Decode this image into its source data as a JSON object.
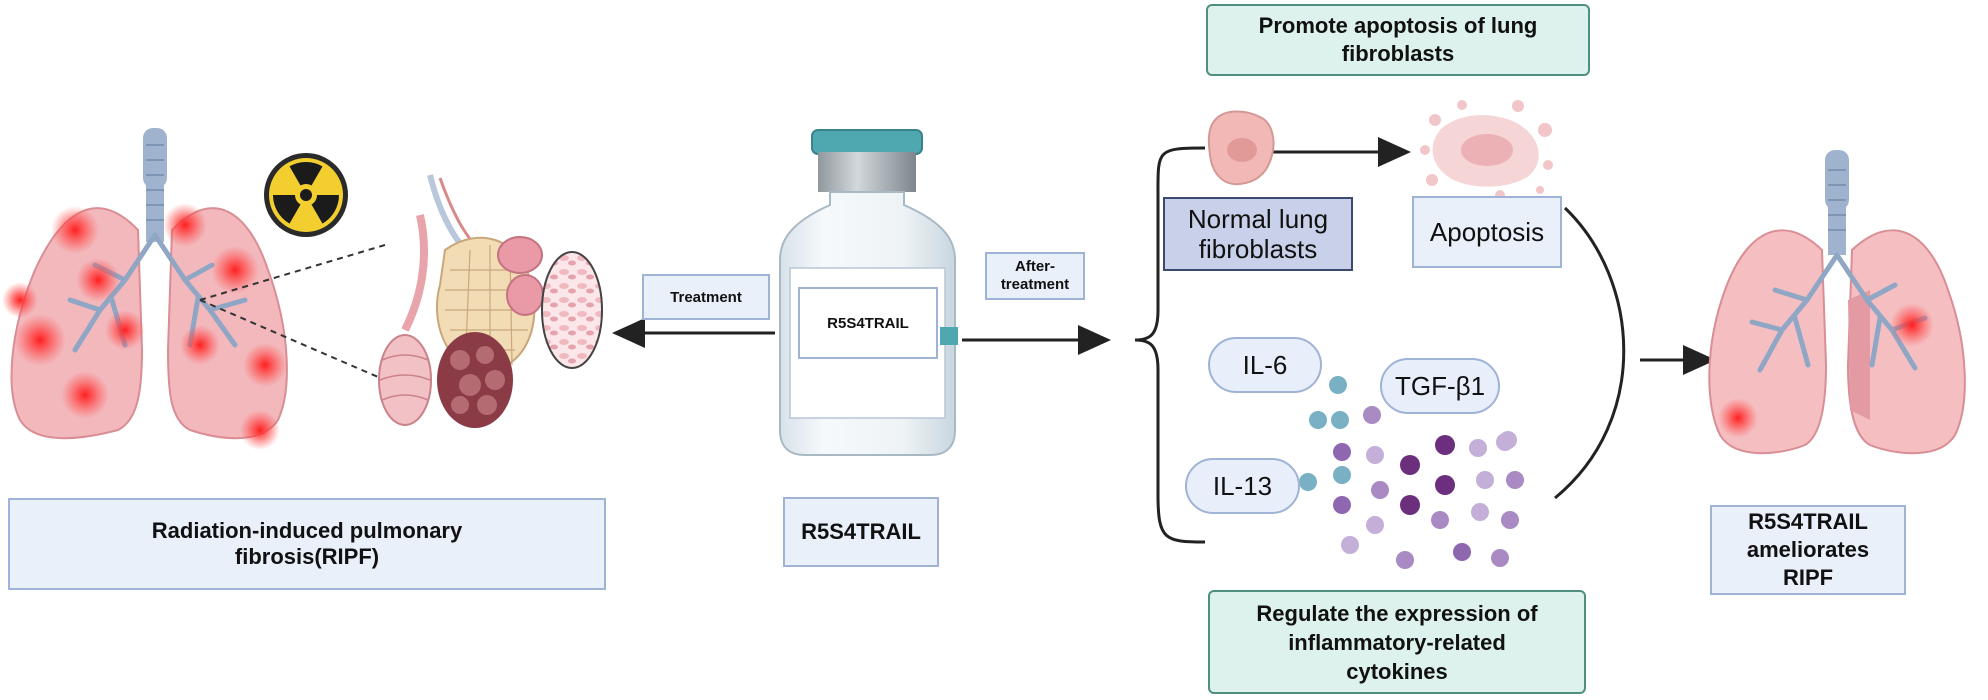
{
  "labels": {
    "ripf": "Radiation-induced pulmonary fibrosis(RIPF)",
    "treatment": "Treatment",
    "vial_label": "R5S4TRAIL",
    "drug_name": "R5S4TRAIL",
    "after_treatment": "After-treatment",
    "promote": "Promote apoptosis of lung fibroblasts",
    "normal_fibroblasts": "Normal lung fibroblasts",
    "apoptosis": "Apoptosis",
    "il6": "IL-6",
    "tgfb1": "TGF-β1",
    "il13": "IL-13",
    "regulate": "Regulate the expression of inflammatory-related cytokines",
    "ameliorates": "R5S4TRAIL ameliorates RIPF"
  },
  "icons": [
    "lung-icon",
    "radiation-icon",
    "alveoli-icon",
    "tissue-magnifier-icon",
    "vial-icon",
    "fibroblast-cell-icon",
    "apoptotic-cell-icon",
    "cytokine-dots-icon",
    "healthy-lung-icon"
  ],
  "colors": {
    "label_blue_bg": "#e9f0fa",
    "label_blue_border": "#9fb3d6",
    "label_teal_bg": "#ddf2ec",
    "label_teal_border": "#4f8f80",
    "lung_pink": "#f2b6bb",
    "inflammation_red": "#ff2b2b",
    "airway_blue": "#93a9c6",
    "vial_cap": "#4fa8b0"
  }
}
